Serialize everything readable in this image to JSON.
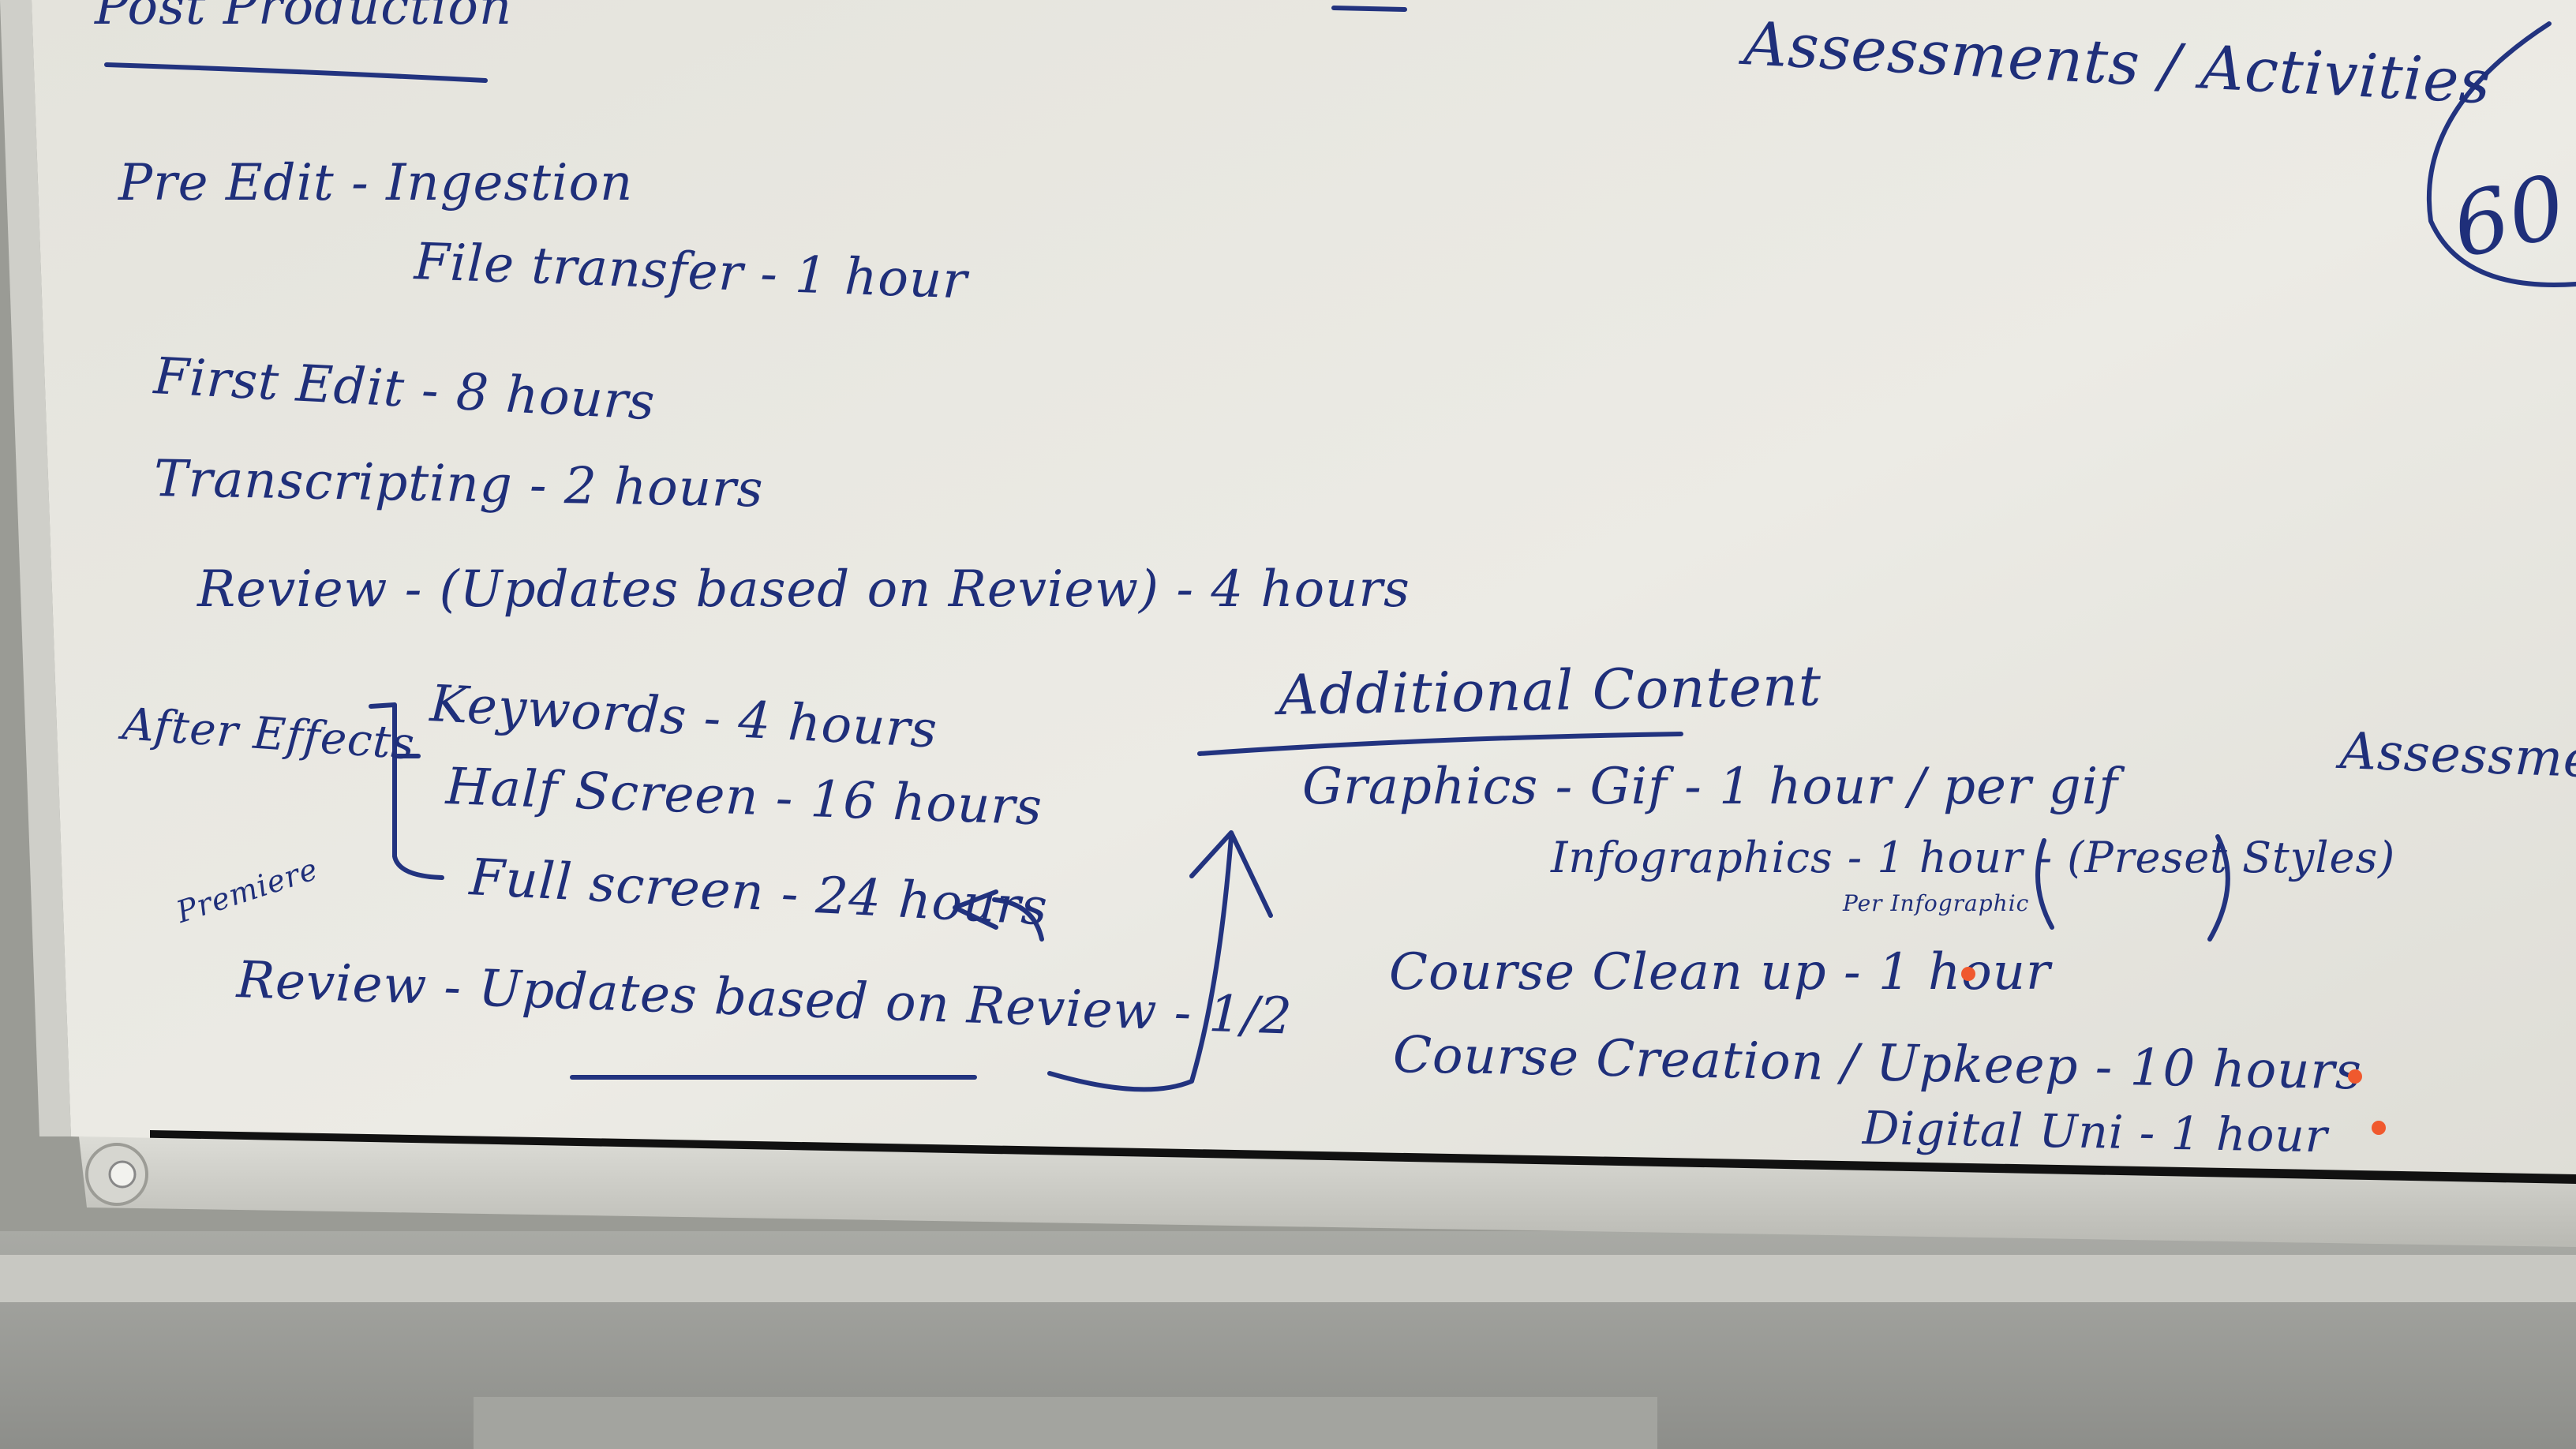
{
  "board": {
    "colors": {
      "board": "#e7e6df",
      "ink": "#1f2f7a",
      "marker_dot": "#f0592e",
      "tray": "#c9c9c2",
      "frame": "#d2d2cc"
    },
    "lines": {
      "heading_left": "Post Production",
      "heading_right": "Assessments / Activities",
      "circle_label": "60",
      "pre_edit": "Pre Edit - Ingestion",
      "file_transfer": "File transfer - 1 hour",
      "first_edit": "First Edit - 8 hours",
      "transcripting": "Transcripting - 2 hours",
      "review_1": "Review - (Updates based on Review) - 4 hours",
      "after_effects": "After Effects",
      "keywords": "Keywords - 4 hours",
      "half_screen": "Half Screen - 16 hours",
      "full_screen": "Full screen - 24 hours",
      "premiere": "Premiere",
      "review_2": "Review - Updates based on Review - 1/2",
      "additional_content": "Additional Content",
      "graphics": "Graphics - Gif - 1 hour / per gif",
      "infographics": "Infographics - 1 hour - (Preset Styles)",
      "per_infographic": "Per Infographic",
      "course_cleanup": "Course Clean up - 1 hour",
      "course_creation": "Course Creation / Upkeep - 10 hours",
      "digital_uni": "Digital Uni - 1 hour",
      "assessments_cut": "Assessme"
    }
  }
}
